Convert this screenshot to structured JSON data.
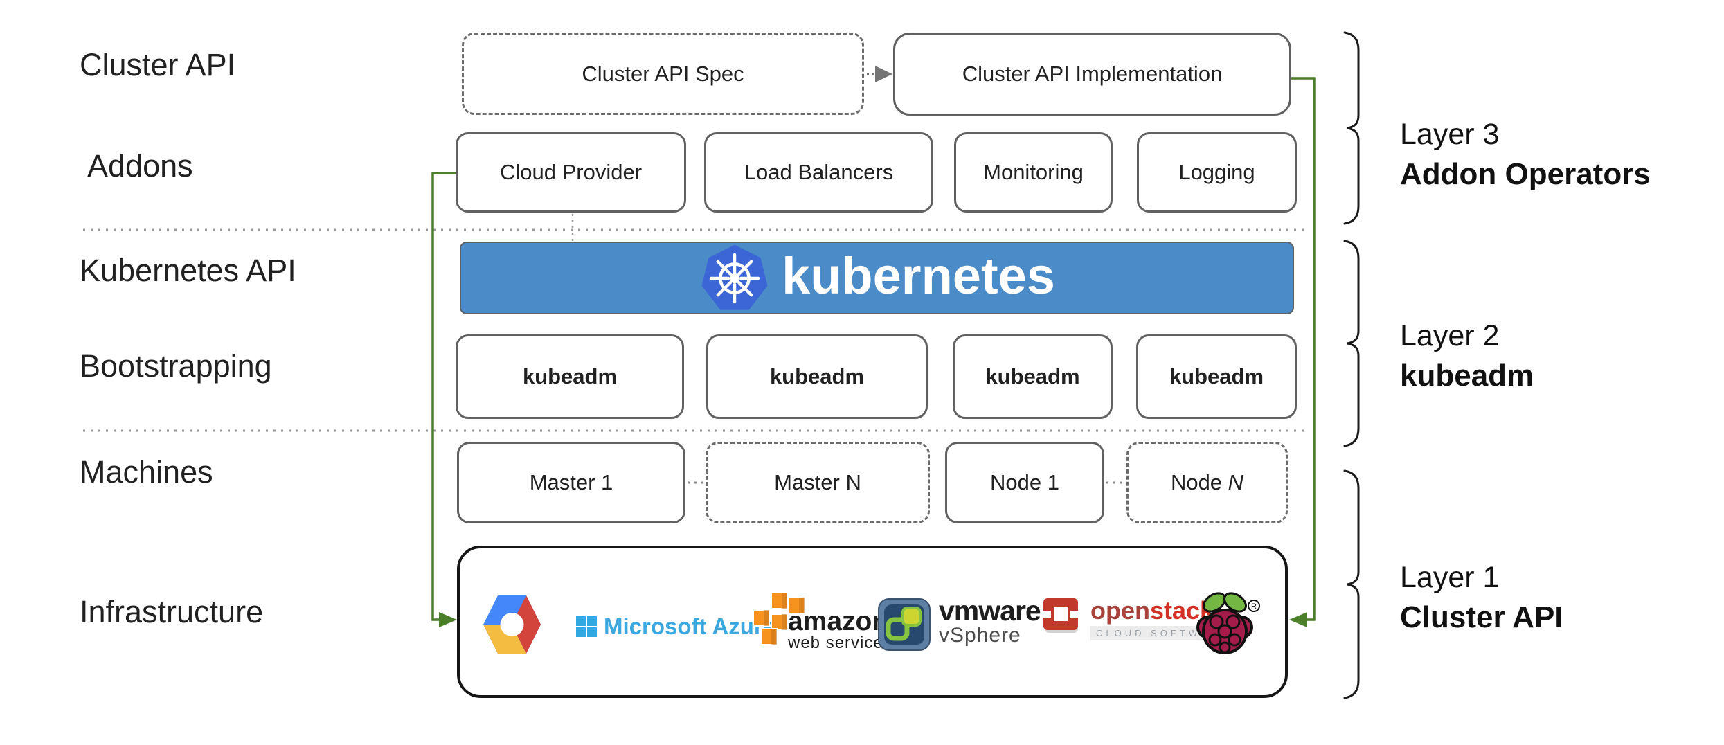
{
  "row_labels": {
    "cluster_api": "Cluster API",
    "addons": "Addons",
    "kubernetes_api": "Kubernetes API",
    "bootstrapping": "Bootstrapping",
    "machines": "Machines",
    "infrastructure": "Infrastructure"
  },
  "cluster_api_row": {
    "spec_label": "Cluster API Spec",
    "implementation_label": "Cluster API Implementation"
  },
  "addons_row": {
    "boxes": [
      "Cloud Provider",
      "Load Balancers",
      "Monitoring",
      "Logging"
    ]
  },
  "kubernetes_banner": {
    "wordmark": "kubernetes"
  },
  "bootstrapping_row": {
    "boxes": [
      "kubeadm",
      "kubeadm",
      "kubeadm",
      "kubeadm"
    ]
  },
  "machines_row": {
    "master_1": "Master 1",
    "master_n": "Master N",
    "node_1": "Node 1",
    "node_n_prefix": "Node ",
    "node_n_suffix": "N"
  },
  "infrastructure_row": {
    "azure_text": "Microsoft Azure",
    "aws_text": "amazon",
    "aws_subtext": "web services",
    "vmware_text": "vmware",
    "vmware_subtext": "vSphere",
    "openstack_text_open": "open",
    "openstack_text_stack": "stack",
    "openstack_tm": "™",
    "openstack_subtext": "CLOUD SOFTWARE",
    "provider_icons": [
      "google-cloud-icon",
      "microsoft-azure-icon",
      "aws-cubes-icon",
      "vmware-vsphere-icon",
      "openstack-cube-icon",
      "raspberry-pi-icon"
    ]
  },
  "layers": {
    "layer3_title": "Layer 3",
    "layer3_subtitle": "Addon Operators",
    "layer2_title": "Layer 2",
    "layer2_subtitle": "kubeadm",
    "layer1_title": "Layer 1",
    "layer1_subtitle": "Cluster API"
  },
  "colors": {
    "accent_green": "#4c7f2a",
    "banner_blue": "#4b8cc8",
    "k8s_logo_blue": "#3c66d6",
    "box_border_gray": "#616161",
    "azure_blue": "#3aa7de",
    "aws_orange": "#f6921e",
    "openstack_red": "#d33226",
    "raspberry_crimson": "#a41d4a",
    "leaf_green": "#74b743"
  }
}
